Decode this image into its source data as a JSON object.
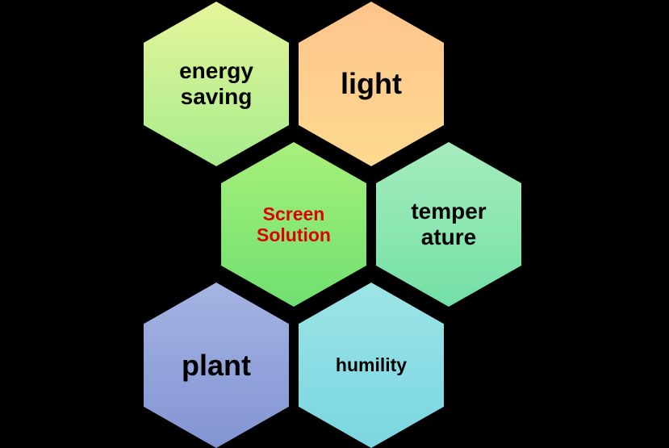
{
  "diagram": {
    "background": "#000000",
    "hexagons": [
      {
        "id": "energy-saving",
        "label": "energy\nsaving",
        "fill_top": "#e6f59a",
        "fill_bottom": "#a7ec8c",
        "text_color": "#000000"
      },
      {
        "id": "light",
        "label": "light",
        "fill_top": "#ffc58c",
        "fill_bottom": "#fdd98f",
        "text_color": "#000000"
      },
      {
        "id": "screen-solution",
        "label": "Screen\nSolution",
        "fill_top": "#a8f07a",
        "fill_bottom": "#6fe070",
        "text_color": "#e00000"
      },
      {
        "id": "temperature",
        "label": "temper\nature",
        "fill_top": "#a6ecbd",
        "fill_bottom": "#73e0a6",
        "text_color": "#000000"
      },
      {
        "id": "plant",
        "label": "plant",
        "fill_top": "#a4b4e2",
        "fill_bottom": "#8394d4",
        "text_color": "#000000"
      },
      {
        "id": "humility",
        "label": "humility",
        "fill_top": "#9ce4e6",
        "fill_bottom": "#7ad6e0",
        "text_color": "#000000"
      }
    ]
  }
}
